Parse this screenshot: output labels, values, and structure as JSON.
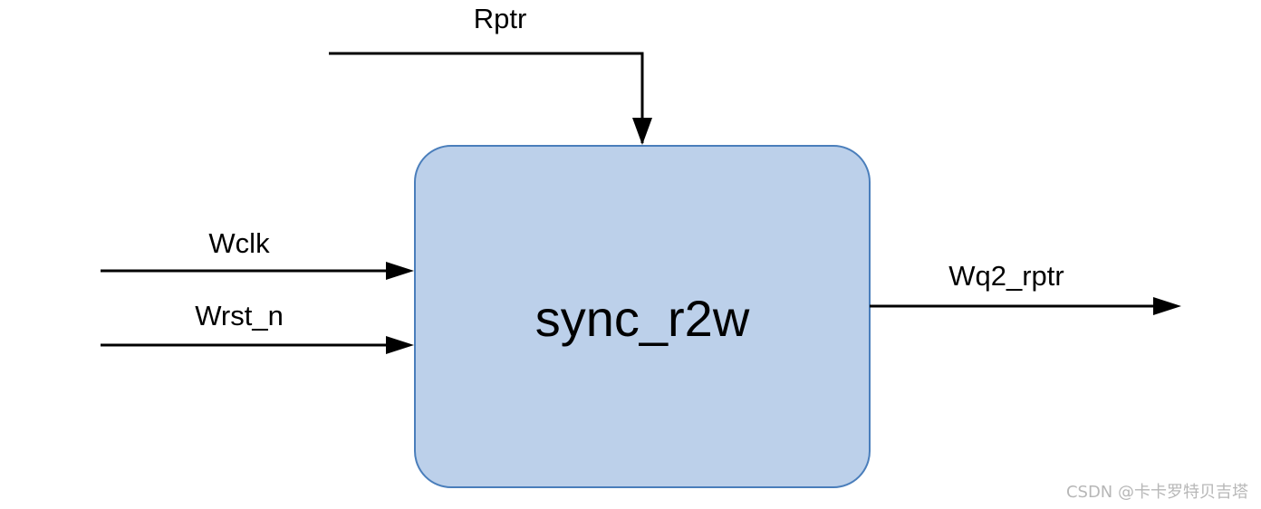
{
  "block": {
    "name": "sync_r2w"
  },
  "ports": {
    "rptr": "Rptr",
    "wclk": "Wclk",
    "wrst_n": "Wrst_n",
    "wq2_rptr": "Wq2_rptr"
  },
  "watermark": "CSDN @卡卡罗特贝吉塔",
  "colors": {
    "block_fill": "#bcd0ea",
    "block_stroke": "#4a7ebb",
    "wire": "#000000"
  }
}
